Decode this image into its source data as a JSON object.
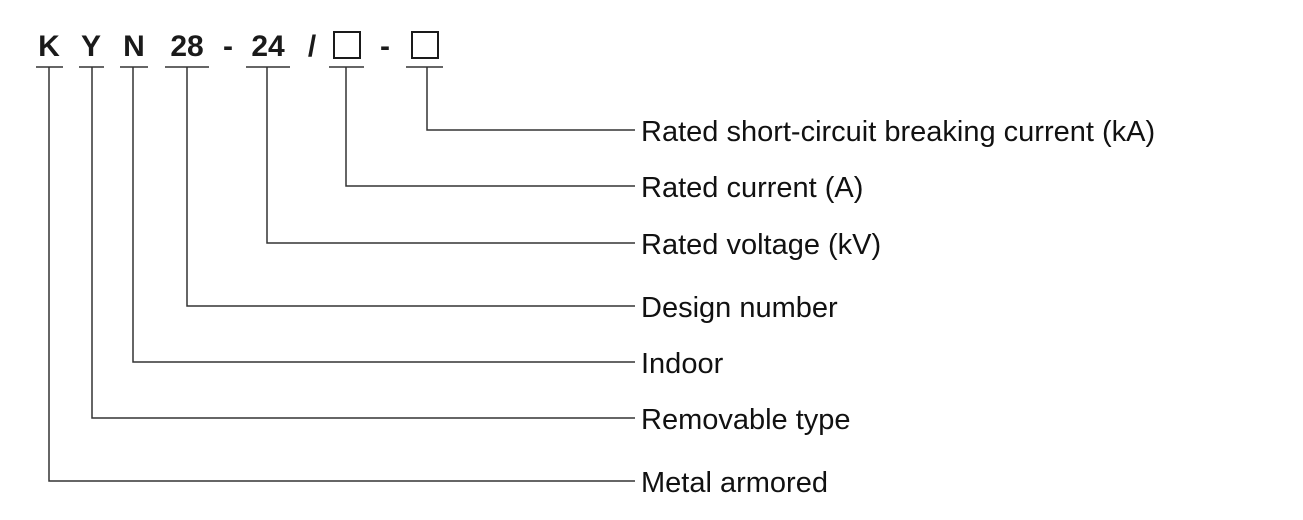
{
  "model_code": {
    "segments": [
      {
        "id": "K",
        "text": "K"
      },
      {
        "id": "Y",
        "text": "Y"
      },
      {
        "id": "N",
        "text": "N"
      },
      {
        "id": "design",
        "text": "28"
      },
      {
        "id": "voltage",
        "text": "24"
      },
      {
        "id": "current",
        "text": "□"
      },
      {
        "id": "breaking",
        "text": "□"
      }
    ],
    "separators": [
      "-",
      "/",
      "-"
    ]
  },
  "labels": {
    "breaking": "Rated short-circuit breaking current (kA)",
    "current": "Rated current (A)",
    "voltage": "Rated voltage (kV)",
    "design": "Design number",
    "N": "Indoor",
    "Y": "Removable type",
    "K": "Metal armored"
  },
  "colors": {
    "text": "#111111",
    "lines": "#333333"
  }
}
